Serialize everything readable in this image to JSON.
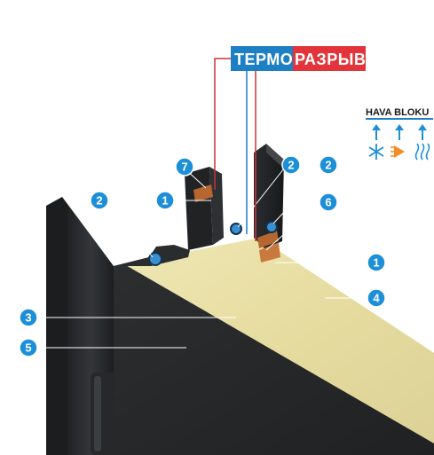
{
  "banner": {
    "part1": "ТЕРМО",
    "part2": "РАЗРЫВ",
    "part1_color": "#1d7fc4",
    "part2_color": "#e2343a"
  },
  "legend": {
    "title": "HAVA BLOKU",
    "icons": [
      "arrow-up-icon",
      "arrow-up-icon",
      "arrow-up-icon",
      "snowflake-icon",
      "heat-source-icon",
      "heat-waves-icon"
    ]
  },
  "callouts": [
    {
      "id": "c-7",
      "label": "7"
    },
    {
      "id": "c-1a",
      "label": "1"
    },
    {
      "id": "c-2a",
      "label": "2"
    },
    {
      "id": "c-2b",
      "label": "2"
    },
    {
      "id": "c-2c",
      "label": "2"
    },
    {
      "id": "c-6",
      "label": "6"
    },
    {
      "id": "c-1b",
      "label": "1"
    },
    {
      "id": "c-4",
      "label": "4"
    },
    {
      "id": "c-3",
      "label": "3"
    },
    {
      "id": "c-5",
      "label": "5"
    }
  ],
  "colors": {
    "callout": "#1d8fd8",
    "frame": "#2a2c2e",
    "insulation": "#e8dfa6",
    "mdf": "#c9b99a",
    "seal": "#3a8fd0",
    "thermobreak": "#b5672f"
  }
}
